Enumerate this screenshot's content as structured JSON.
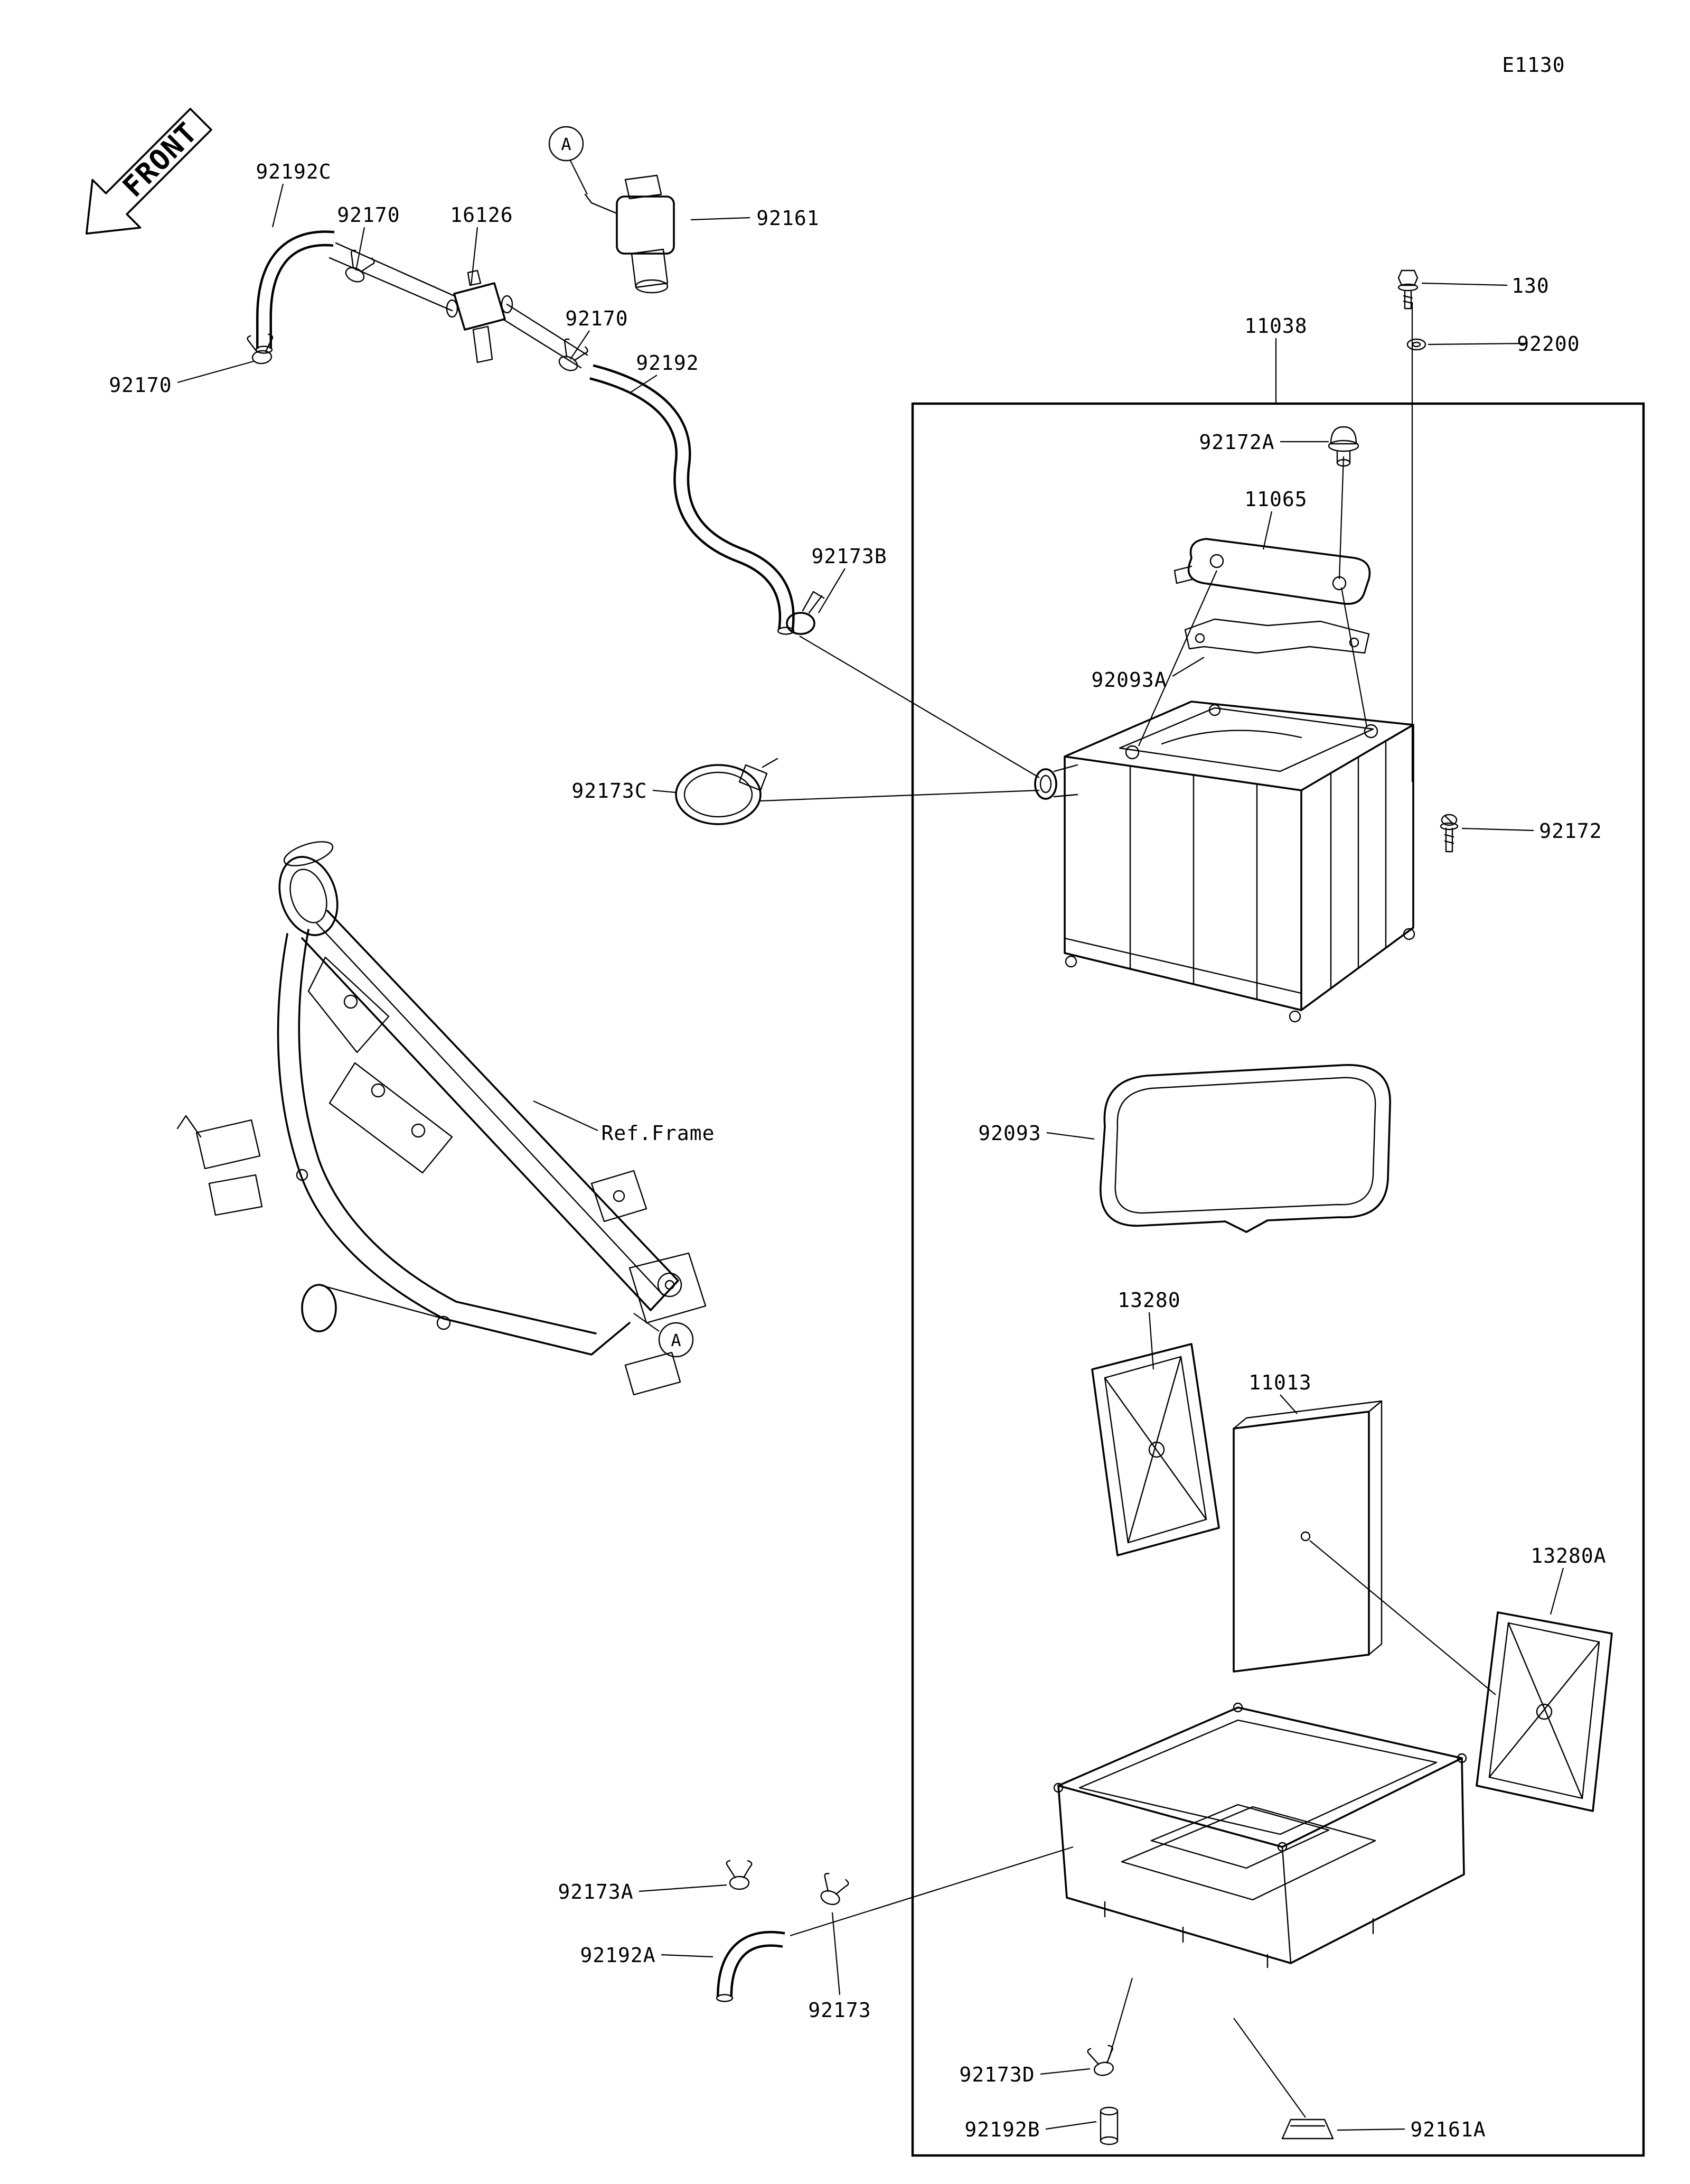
{
  "diagram": {
    "code": "E1130",
    "front": "FRONT",
    "callout_a": "A",
    "ref_frame": "Ref.Frame"
  },
  "labels": {
    "n130": "130",
    "n11013": "11013",
    "n11038": "11038",
    "n11065": "11065",
    "n13280": "13280",
    "n13280a": "13280A",
    "n16126": "16126",
    "n92093": "92093",
    "n92093a": "92093A",
    "n92161": "92161",
    "n92161a": "92161A",
    "n92170": "92170",
    "n92172": "92172",
    "n92172a": "92172A",
    "n92173": "92173",
    "n92173a": "92173A",
    "n92173b": "92173B",
    "n92173c": "92173C",
    "n92173d": "92173D",
    "n92192": "92192",
    "n92192a": "92192A",
    "n92192b": "92192B",
    "n92192c": "92192C",
    "n92200": "92200"
  },
  "colors": {
    "line": "#000000",
    "background": "#ffffff"
  }
}
